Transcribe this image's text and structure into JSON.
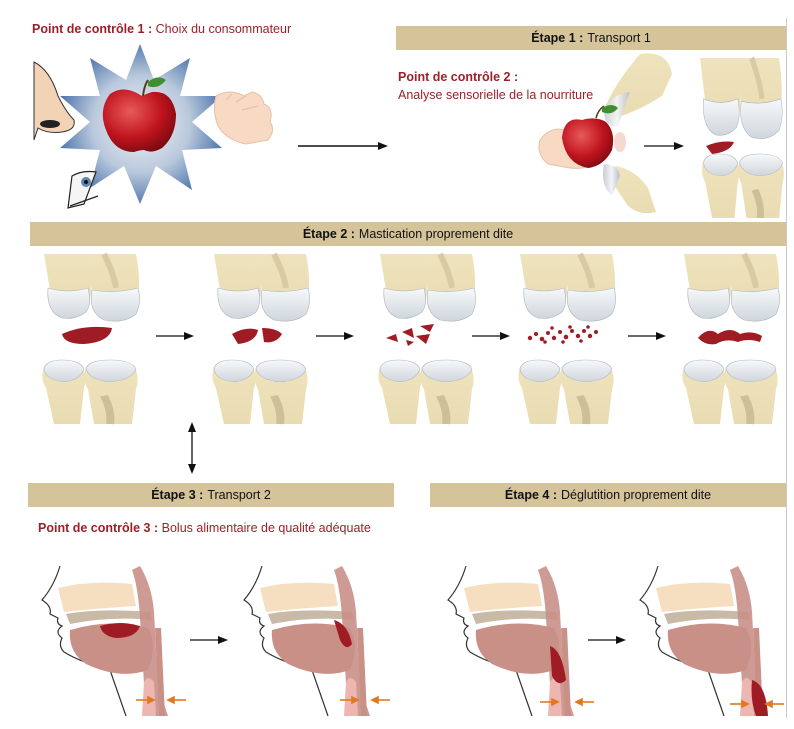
{
  "checkpoints": {
    "cp1": {
      "label": "Point de contrôle 1 :",
      "text": "Choix du consommateur"
    },
    "cp2": {
      "label": "Point de contrôle 2 :",
      "text": "Analyse sensorielle de la nourriture"
    },
    "cp3": {
      "label": "Point de contrôle 3 :",
      "text": "Bolus alimentaire de qualité adéquate"
    }
  },
  "stages": {
    "s1": {
      "label": "Étape 1 :",
      "text": "Transport 1"
    },
    "s2": {
      "label": "Étape 2 :",
      "text": "Mastication proprement dite"
    },
    "s3": {
      "label": "Étape 3 :",
      "text": "Transport 2"
    },
    "s4": {
      "label": "Étape 4 :",
      "text": "Déglutition proprement dite"
    }
  },
  "colors": {
    "checkpoint_text": "#9b2128",
    "stage_bar": "#d5c49a",
    "food": "#a01c24",
    "tooth": "#efe6c8",
    "enamel": "#dfe6ec",
    "tissue": "#c99088",
    "arrow_orange": "#e07a22"
  },
  "icons": [
    "nose-icon",
    "eye-icon",
    "hand-icon",
    "apple-icon",
    "arrow-icon",
    "tooth-icon",
    "head-profile-icon"
  ]
}
